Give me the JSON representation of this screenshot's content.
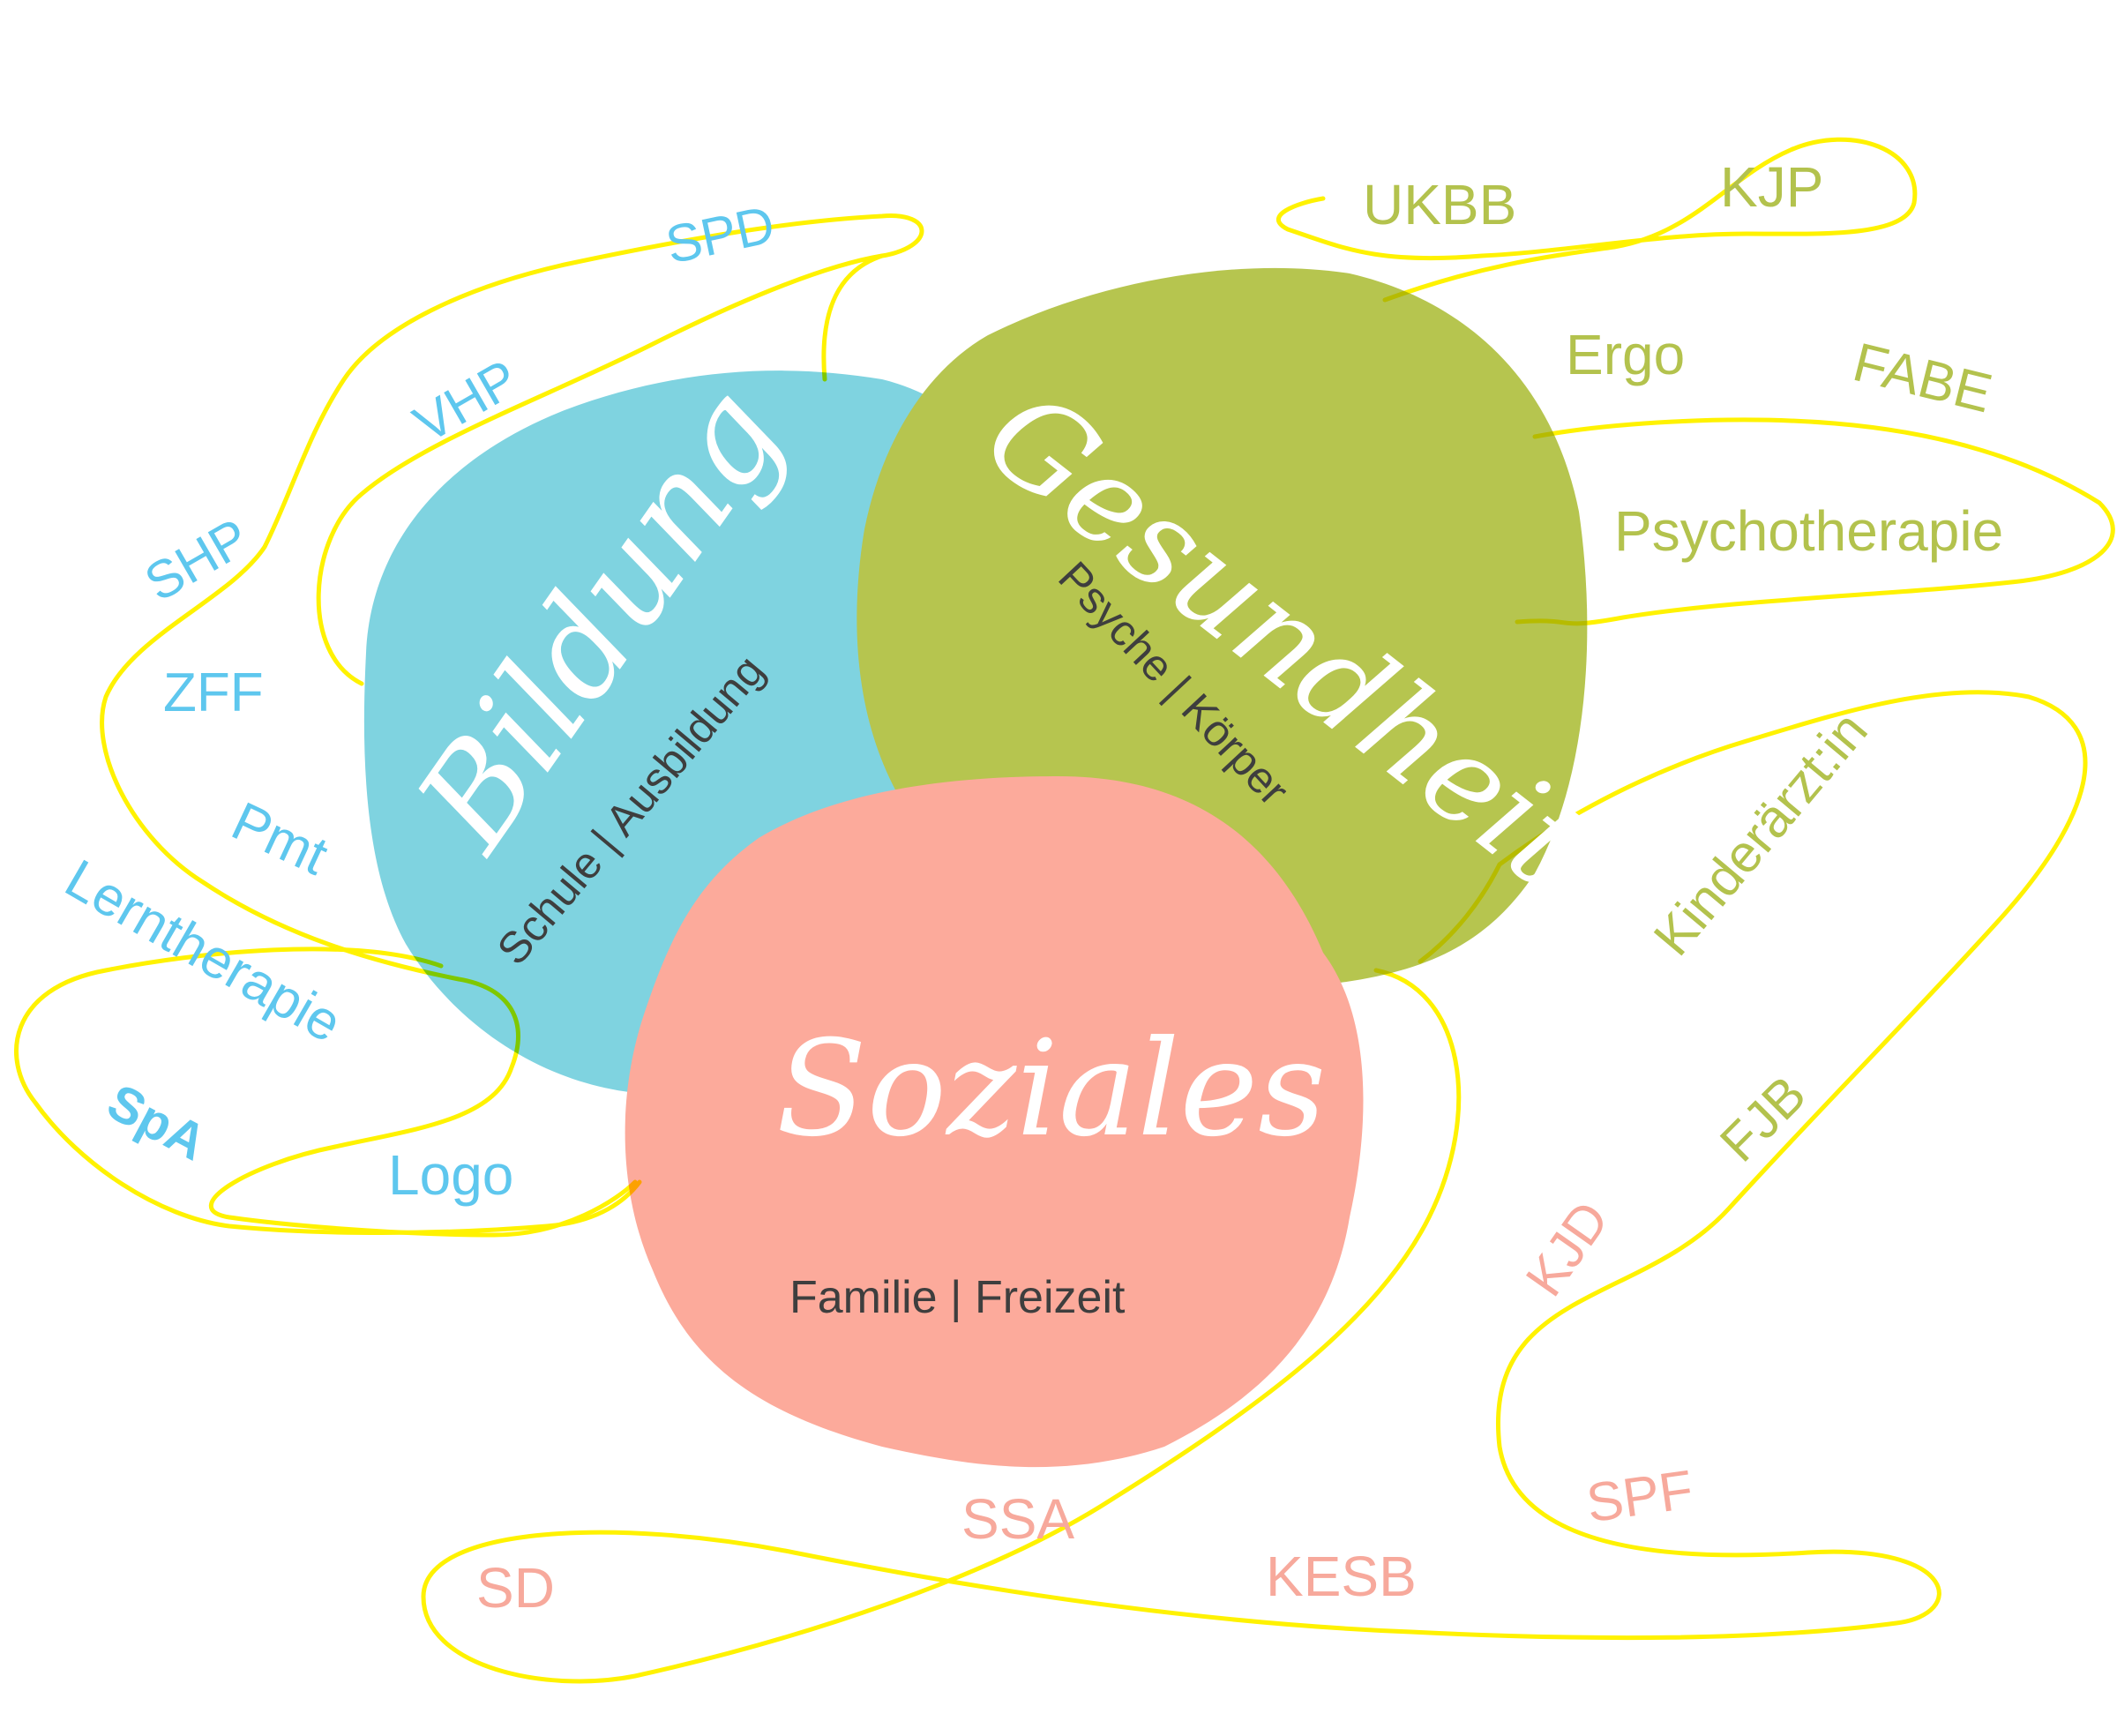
{
  "domains": {
    "bildung": {
      "title": "Bildung",
      "subtitle": "Schule | Ausbildung"
    },
    "gesundheit": {
      "title": "Gesundheit",
      "subtitle": "Psyche | Körper"
    },
    "soziales": {
      "title": "Soziales",
      "subtitle": "Familie | Freizeit"
    }
  },
  "bildung_services": [
    "SPD",
    "VHP",
    "SHP",
    "ZFF",
    "Pmt",
    "Lerntherapie",
    "SpA",
    "Logo"
  ],
  "gesundheit_services": [
    "UKBB",
    "KJP",
    "Ergo",
    "FABE",
    "Psychotherapie",
    "Kinderärzt:in",
    "FJB"
  ],
  "soziales_services": [
    "KJD",
    "SSA",
    "SD",
    "KESB",
    "SPF"
  ],
  "colors": {
    "bildung": "#7fd3e0",
    "gesundheit": "#b6c54f",
    "soziales": "#fcaa9b",
    "network_line": "#fff200",
    "label_blue": "#5ec7ee",
    "label_green": "#b3c24d",
    "label_pink": "#f7a99c"
  }
}
